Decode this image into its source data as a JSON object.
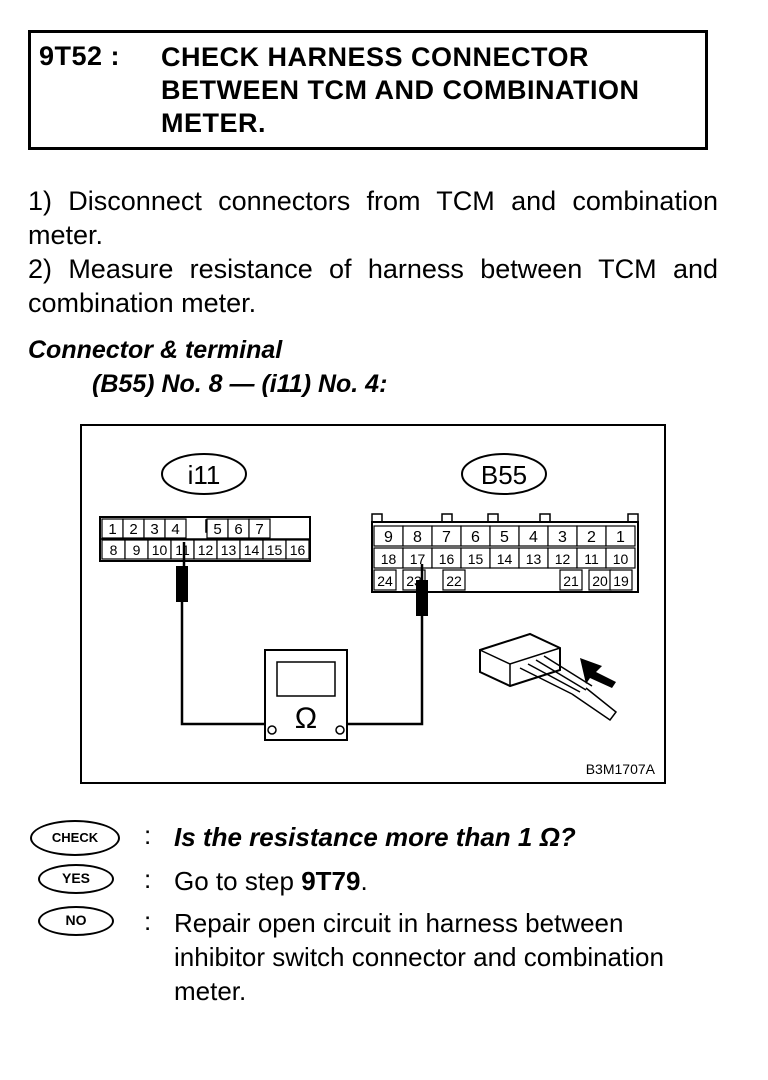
{
  "header": {
    "step_id": "9T52 :",
    "title": "CHECK HARNESS CONNECTOR BETWEEN TCM AND COMBINATION METER."
  },
  "instructions": [
    "1) Disconnect connectors from TCM and combination meter.",
    "2) Measure resistance of harness between TCM and combination meter."
  ],
  "connector_section": {
    "heading": "Connector & terminal",
    "terminal": "(B55) No. 8 — (i11) No. 4:"
  },
  "diagram": {
    "connector_left_label": "i11",
    "connector_right_label": "B55",
    "left_row1": [
      "1",
      "2",
      "3",
      "4",
      "",
      "5",
      "6",
      "7"
    ],
    "left_row2": [
      "8",
      "9",
      "10",
      "11",
      "12",
      "13",
      "14",
      "15",
      "16"
    ],
    "right_row1": [
      "9",
      "8",
      "7",
      "6",
      "5",
      "4",
      "3",
      "2",
      "1"
    ],
    "right_row2": [
      "18",
      "17",
      "16",
      "15",
      "14",
      "13",
      "12",
      "11",
      "10"
    ],
    "right_row3": [
      "24",
      "23",
      "22",
      "21",
      "20",
      "19"
    ],
    "meter_symbol": "Ω",
    "figure_code": "B3M1707A"
  },
  "results": {
    "check": {
      "badge": "CHECK",
      "text": "Is the resistance more than 1 Ω?"
    },
    "yes": {
      "badge": "YES",
      "text_prefix": "Go to step ",
      "step": "9T79",
      "text_suffix": "."
    },
    "no": {
      "badge": "NO",
      "text": "Repair open circuit in harness between inhibitor switch connector and combination meter."
    }
  }
}
